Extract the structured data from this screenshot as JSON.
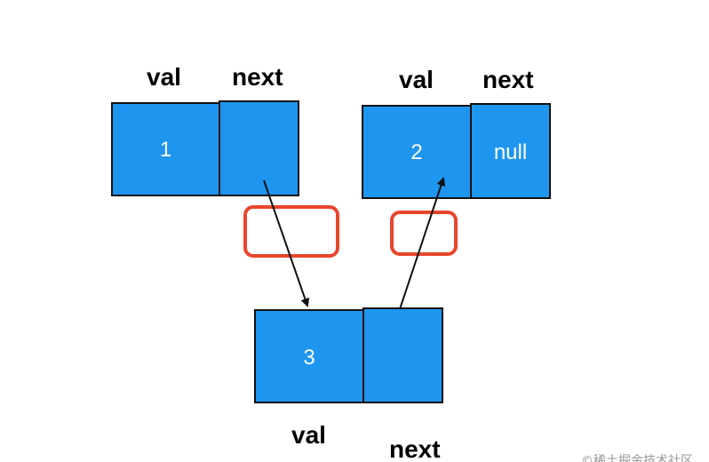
{
  "nodes": [
    {
      "id": "node-1",
      "val_label": "val",
      "next_label": "next",
      "value": "1",
      "next_value": ""
    },
    {
      "id": "node-2",
      "val_label": "val",
      "next_label": "next",
      "value": "2",
      "next_value": "null"
    },
    {
      "id": "node-3",
      "val_label": "val",
      "next_label": "next",
      "value": "3",
      "next_value": ""
    }
  ],
  "colors": {
    "node_fill": "#1e96f0",
    "node_border": "#111111",
    "highlight": "#e8452c",
    "arrow": "#111111"
  },
  "watermark": "©稀土掘金技术社区"
}
